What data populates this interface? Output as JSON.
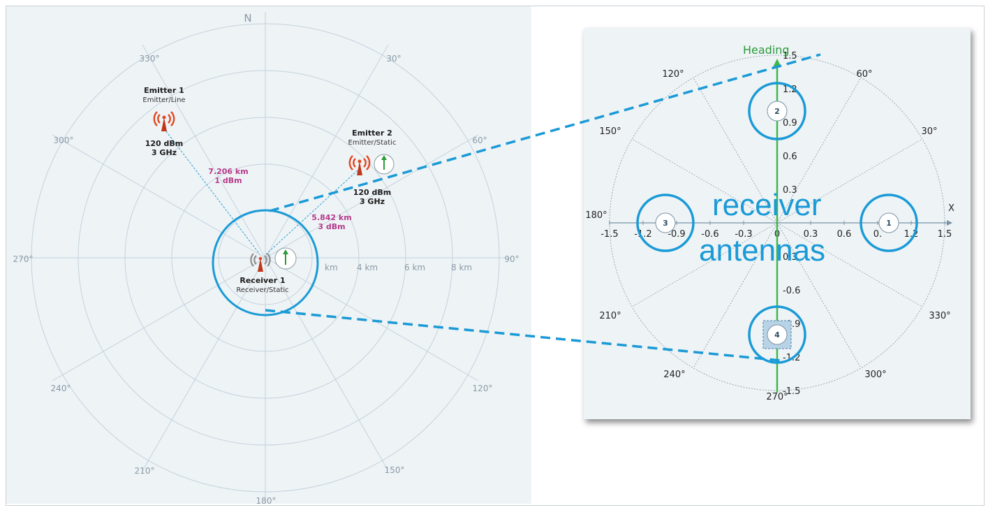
{
  "left_chart": {
    "north_label": "N",
    "angle_labels": [
      "30°",
      "60°",
      "90°",
      "120°",
      "150°",
      "180°",
      "210°",
      "240°",
      "270°",
      "300°",
      "330°"
    ],
    "range_labels": [
      "km",
      "4 km",
      "6 km",
      "8 km"
    ],
    "emitter1": {
      "title": "Emitter 1",
      "subtitle": "Emitter/Line",
      "power": "120 dBm",
      "freq": "3 GHz",
      "link_distance": "7.206 km",
      "link_power": "1 dBm"
    },
    "emitter2": {
      "title": "Emitter 2",
      "subtitle": "Emitter/Static",
      "power": "120 dBm",
      "freq": "3 GHz",
      "link_distance": "5.842 km",
      "link_power": "3 dBm"
    },
    "receiver": {
      "title": "Receiver 1",
      "subtitle": "Receiver/Static"
    }
  },
  "right_chart": {
    "heading_label": "Heading",
    "x_axis_label": "X",
    "angle_labels": [
      "30°",
      "60°",
      "120°",
      "150°",
      "180°",
      "210°",
      "240°",
      "270°",
      "300°",
      "330°"
    ],
    "x_ticks": [
      "-1.5",
      "-1.2",
      "-0.9",
      "-0.6",
      "-0.3",
      "0",
      "0.3",
      "0.6",
      "0.",
      "1.2",
      "1.5"
    ],
    "y_ticks": [
      "1.5",
      "1.2",
      "0.9",
      "0.6",
      "0.3",
      "0.3",
      "-0.6",
      "-0.9",
      "-1.2",
      "-1.5"
    ],
    "antennas": [
      "1",
      "2",
      "3",
      "4"
    ],
    "caption_line1": "receiver",
    "caption_line2": "antennas"
  },
  "colors": {
    "background": "#eef3f6",
    "grid": "#c4d2dc",
    "cyan_highlight": "#1a9ad6",
    "emitter_red": "#e2461e",
    "pink_text": "#b63a8a",
    "heading_green": "#3db84a"
  }
}
